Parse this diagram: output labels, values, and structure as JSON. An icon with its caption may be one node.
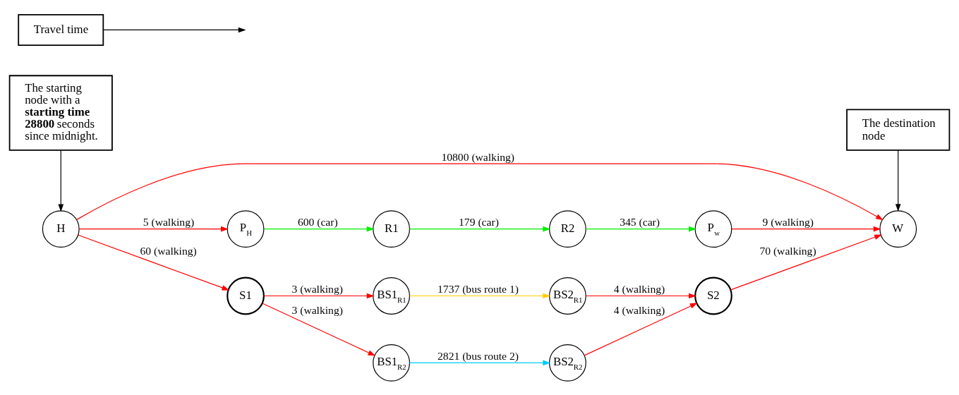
{
  "diagram": {
    "nodes": [
      {
        "text": [
          "The starting node with a **starting time 28800** seconds since midnight."
        ]
      },
      {
        "text": [
          "H"
        ]
      },
      {
        "text": [
          "W"
        ]
      },
      {
        "text": [
          "The destination node"
        ]
      },
      {
        "text": [
          "P$_{H}$"
        ]
      },
      {
        "text": [
          "R1"
        ]
      },
      {
        "text": [
          "R2"
        ]
      },
      {
        "text": [
          "P$_{w}$"
        ]
      },
      {
        "text": [
          "Travel time"
        ]
      },
      {
        "text": [
          "S1"
        ]
      },
      {
        "text": [
          "BS1$_{R1}$"
        ]
      },
      {
        "text": [
          "BS2$_{R1}$"
        ]
      },
      {
        "text": [
          "S2"
        ]
      },
      {
        "text": [
          "BS1$_{R2}$"
        ]
      },
      {
        "text": [
          "BS2$_{R2}$"
        ]
      }
    ],
    "edges": [
      {
        "from": 0,
        "to": 1,
        "arrow": "to",
        "color": "#000000"
      },
      {
        "from": 3,
        "to": 2,
        "arrow": "to",
        "color": "#000000"
      },
      {
        "from": 1,
        "to": 2,
        "arrow": "to",
        "label": "10800 (walking)"
      },
      {
        "from": 1,
        "to": 4,
        "arrow": "to",
        "label": "5 (walking)"
      },
      {
        "from": 4,
        "to": 5,
        "arrow": "to",
        "label": "600 (car)",
        "color": "#00ee00"
      },
      {
        "from": 5,
        "to": 6,
        "arrow": "to",
        "label": "179 (car)",
        "color": "#00ee00"
      },
      {
        "from": 6,
        "to": 7,
        "arrow": "to",
        "label": "345 (car)",
        "color": "#00ee00"
      },
      {
        "from": 7,
        "to": 2,
        "arrow": "to",
        "label": "9 (walking)"
      },
      {
        "from": 1,
        "to": 9,
        "arrow": "to",
        "label": "60 (walking)"
      },
      {
        "from": 9,
        "to": 10,
        "arrow": "to",
        "label": "3 (walking)"
      },
      {
        "from": 9,
        "to": 13,
        "arrow": "to",
        "label": "3 (walking)"
      },
      {
        "from": 10,
        "to": 11,
        "arrow": "to",
        "label": "1737 (bus route 1)",
        "color": "#ffcc00"
      },
      {
        "from": 13,
        "to": 14,
        "arrow": "to",
        "label": "2821 (bus route 2)",
        "color": "#00ccff"
      },
      {
        "from": 11,
        "to": 12,
        "arrow": "to",
        "label": "4 (walking)"
      },
      {
        "from": 14,
        "to": 12,
        "arrow": "to",
        "label": "4 (walking)"
      },
      {
        "from": 12,
        "to": 2,
        "arrow": "to",
        "label": "70 (walking)"
      },
      {
        "from": 8,
        "to": null,
        "arrow": "to",
        "color": "#000000"
      }
    ]
  }
}
